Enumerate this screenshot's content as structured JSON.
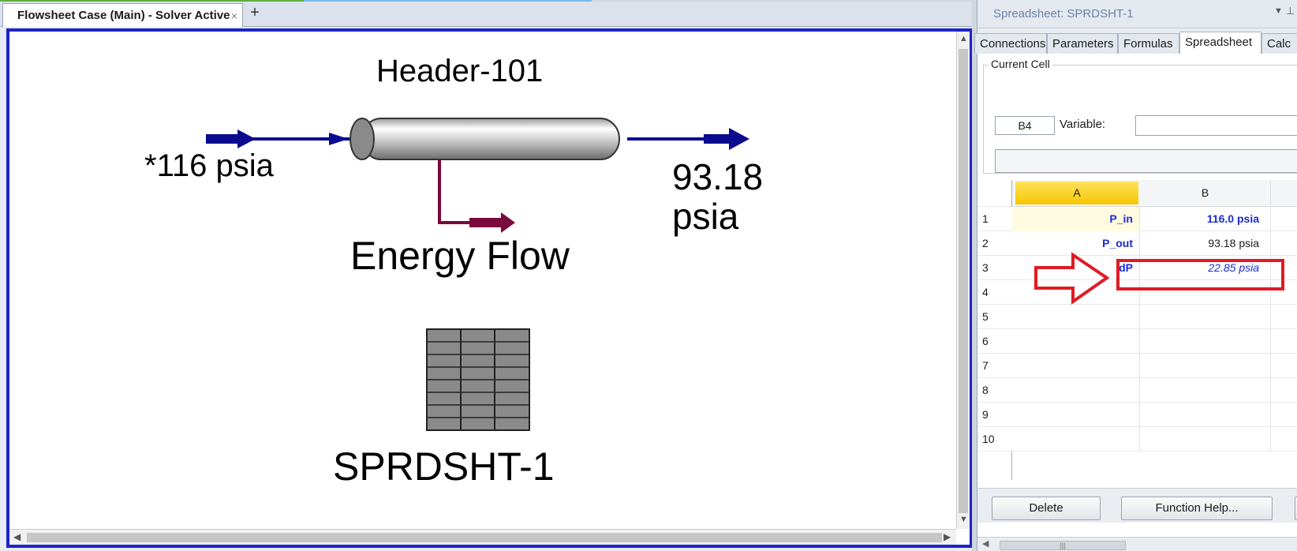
{
  "flowsheet": {
    "tab_label": "Flowsheet Case (Main) - Solver Active",
    "tab_close": "×",
    "add_tab": "+",
    "header_name": "Header-101",
    "inlet_label": "*116 psia",
    "outlet_value": "93.18",
    "outlet_unit": "psia",
    "energy_label": "Energy Flow",
    "spreadsheet_name": "SPRDSHT-1"
  },
  "spreadsheet": {
    "title": "Spreadsheet: SPRDSHT-1",
    "tabs": [
      {
        "label": "Connections"
      },
      {
        "label": "Parameters"
      },
      {
        "label": "Formulas"
      },
      {
        "label": "Spreadsheet"
      },
      {
        "label": "Calc"
      }
    ],
    "current_cell": {
      "legend": "Current Cell",
      "cell_ref": "B4",
      "variable_label": "Variable:",
      "variable_value": ""
    },
    "columns": [
      "A",
      "B"
    ],
    "rows": [
      {
        "num": "1",
        "a": "P_in",
        "b": "116.0 psia"
      },
      {
        "num": "2",
        "a": "P_out",
        "b": "93.18 psia"
      },
      {
        "num": "3",
        "a": "dP",
        "b": "22.85 psia"
      },
      {
        "num": "4",
        "a": "",
        "b": ""
      },
      {
        "num": "5",
        "a": "",
        "b": ""
      },
      {
        "num": "6",
        "a": "",
        "b": ""
      },
      {
        "num": "7",
        "a": "",
        "b": ""
      },
      {
        "num": "8",
        "a": "",
        "b": ""
      },
      {
        "num": "9",
        "a": "",
        "b": ""
      },
      {
        "num": "10",
        "a": "",
        "b": ""
      }
    ],
    "buttons": {
      "delete": "Delete",
      "function_help": "Function Help..."
    }
  },
  "colors": {
    "material_stream": "#0b0b8f",
    "energy_stream": "#7a0a3c",
    "selection_frame": "#1d23c9",
    "annotation": "#e01b24",
    "cell_label": "#1a2bd6"
  }
}
